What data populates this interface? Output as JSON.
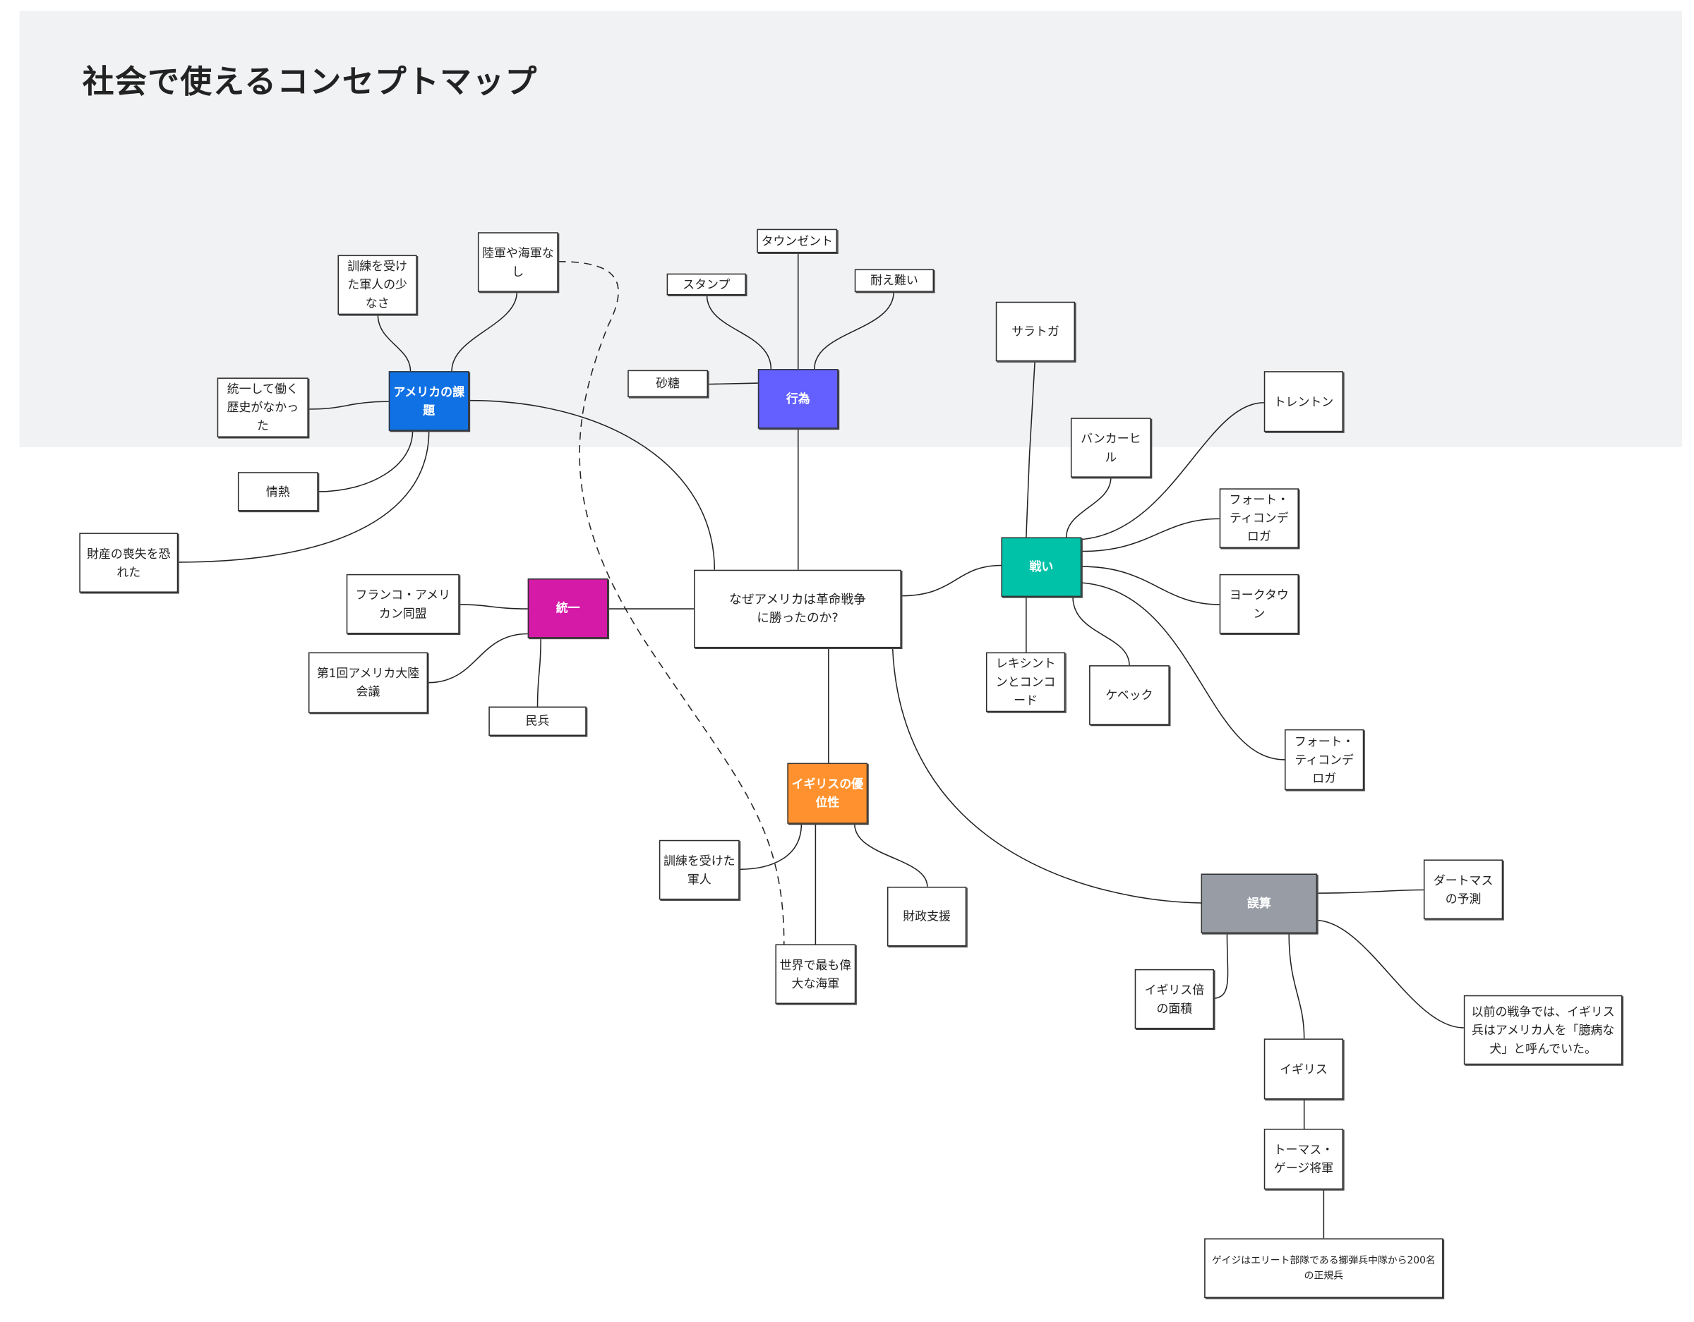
{
  "title": "社会で使えるコンセプトマップ",
  "colors": {
    "america": "#1071e5",
    "act": "#6360ff",
    "battle": "#00c2a8",
    "unity": "#d61aa8",
    "britain": "#ff922e",
    "miscalc": "#979ca5",
    "band": "#f1f2f4"
  },
  "center": "なぜアメリカは革命戦争に勝ったのか?",
  "hubs": {
    "america": "アメリカの課題",
    "act": "行為",
    "battle": "戦い",
    "unity": "統一",
    "britain": "イギリスの優位性",
    "miscalc": "誤算"
  },
  "america_items": [
    "訓練を受けた軍人の少なさ",
    "陸軍や海軍なし",
    "統一して働く歴史がなかった",
    "情熱",
    "財産の喪失を恐れた"
  ],
  "act_items": [
    "タウンゼント",
    "スタンプ",
    "耐え難い",
    "砂糖"
  ],
  "battle_items": [
    "サラトガ",
    "バンカーヒル",
    "トレントン",
    "フォート・ティコンデロガ",
    "ヨークタウン",
    "ケベック",
    "レキシントンとコンコード",
    "フォート・ティコンデロガ"
  ],
  "unity_items": [
    "フランコ・アメリカン同盟",
    "第1回アメリカ大陸会議",
    "民兵"
  ],
  "britain_items": [
    "訓練を受けた軍人",
    "財政支援",
    "世界で最も偉大な海軍"
  ],
  "miscalc_items": [
    "ダートマスの予測",
    "イギリス倍の面積",
    "以前の戦争では、イギリス兵はアメリカ人を「臆病な犬」と呼んでいた。",
    "イギリス",
    "トーマス・ゲージ将軍",
    "ゲイジはエリート部隊である擲弾兵中隊から200名の正規兵"
  ]
}
